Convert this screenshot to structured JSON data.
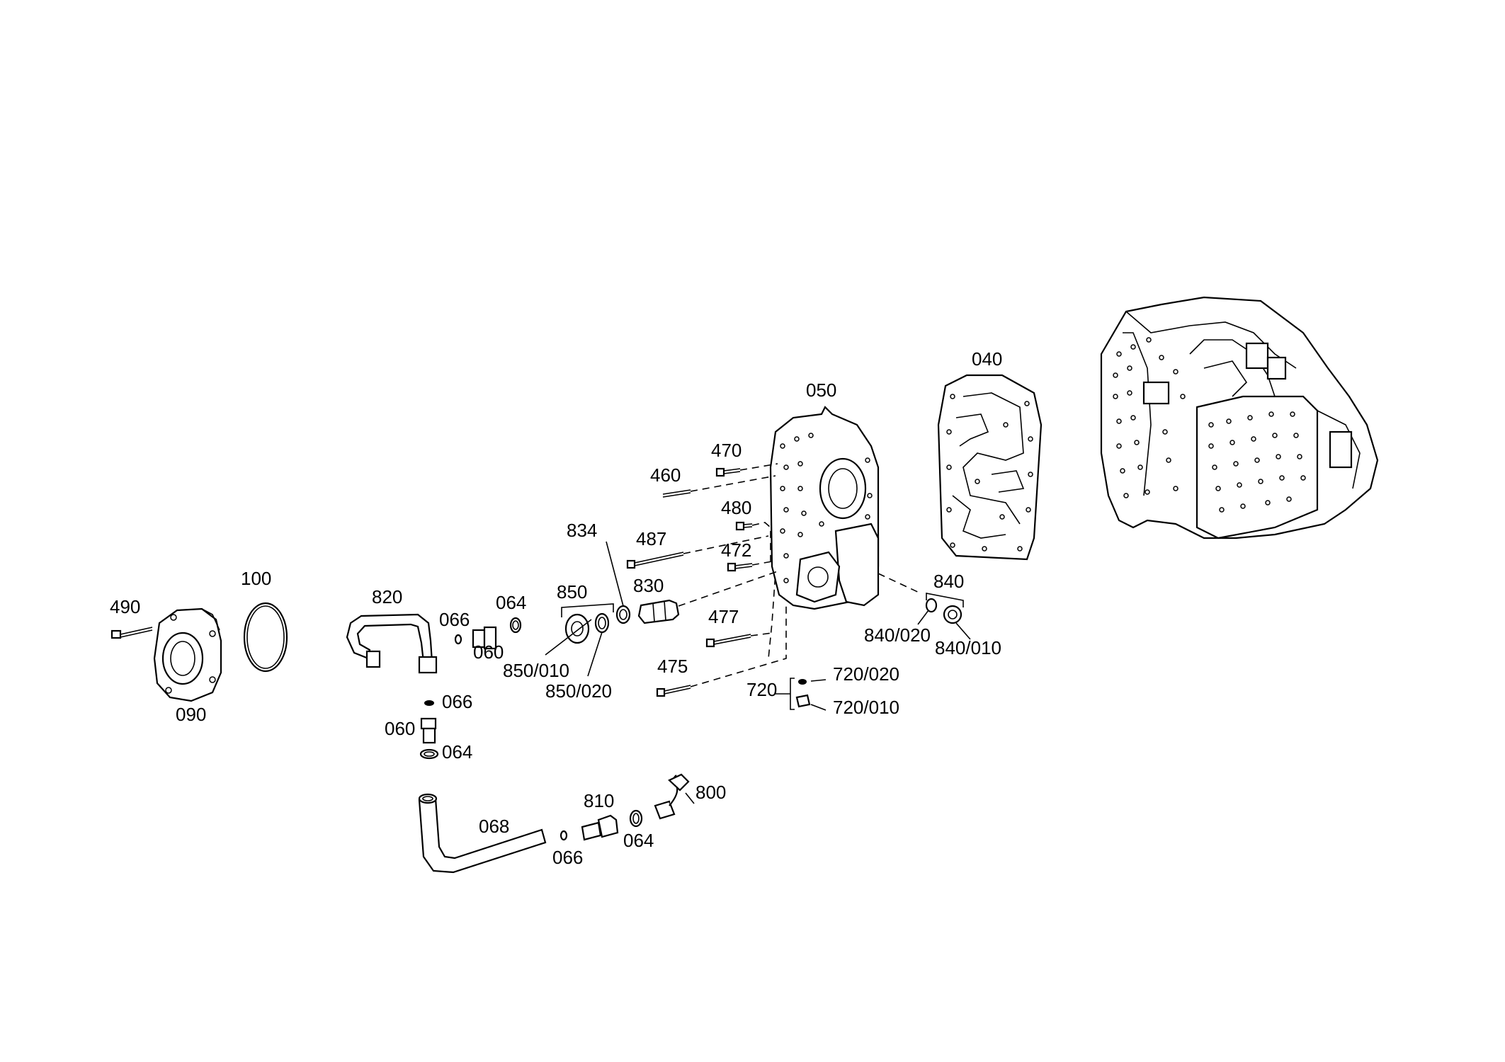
{
  "diagram": {
    "labels": {
      "p040": "040",
      "p050": "050",
      "p060a": "060",
      "p060b": "060",
      "p064a": "064",
      "p064b": "064",
      "p064c": "064",
      "p066a": "066",
      "p066b": "066",
      "p066c": "066",
      "p068": "068",
      "p090": "090",
      "p100": "100",
      "p460": "460",
      "p470": "470",
      "p472": "472",
      "p475": "475",
      "p477": "477",
      "p480": "480",
      "p487": "487",
      "p490": "490",
      "p720": "720",
      "p720_010": "720/010",
      "p720_020": "720/020",
      "p800": "800",
      "p810": "810",
      "p820": "820",
      "p830": "830",
      "p834": "834",
      "p840": "840",
      "p840_010": "840/010",
      "p840_020": "840/020",
      "p850": "850",
      "p850_010": "850/010",
      "p850_020": "850/020"
    }
  }
}
